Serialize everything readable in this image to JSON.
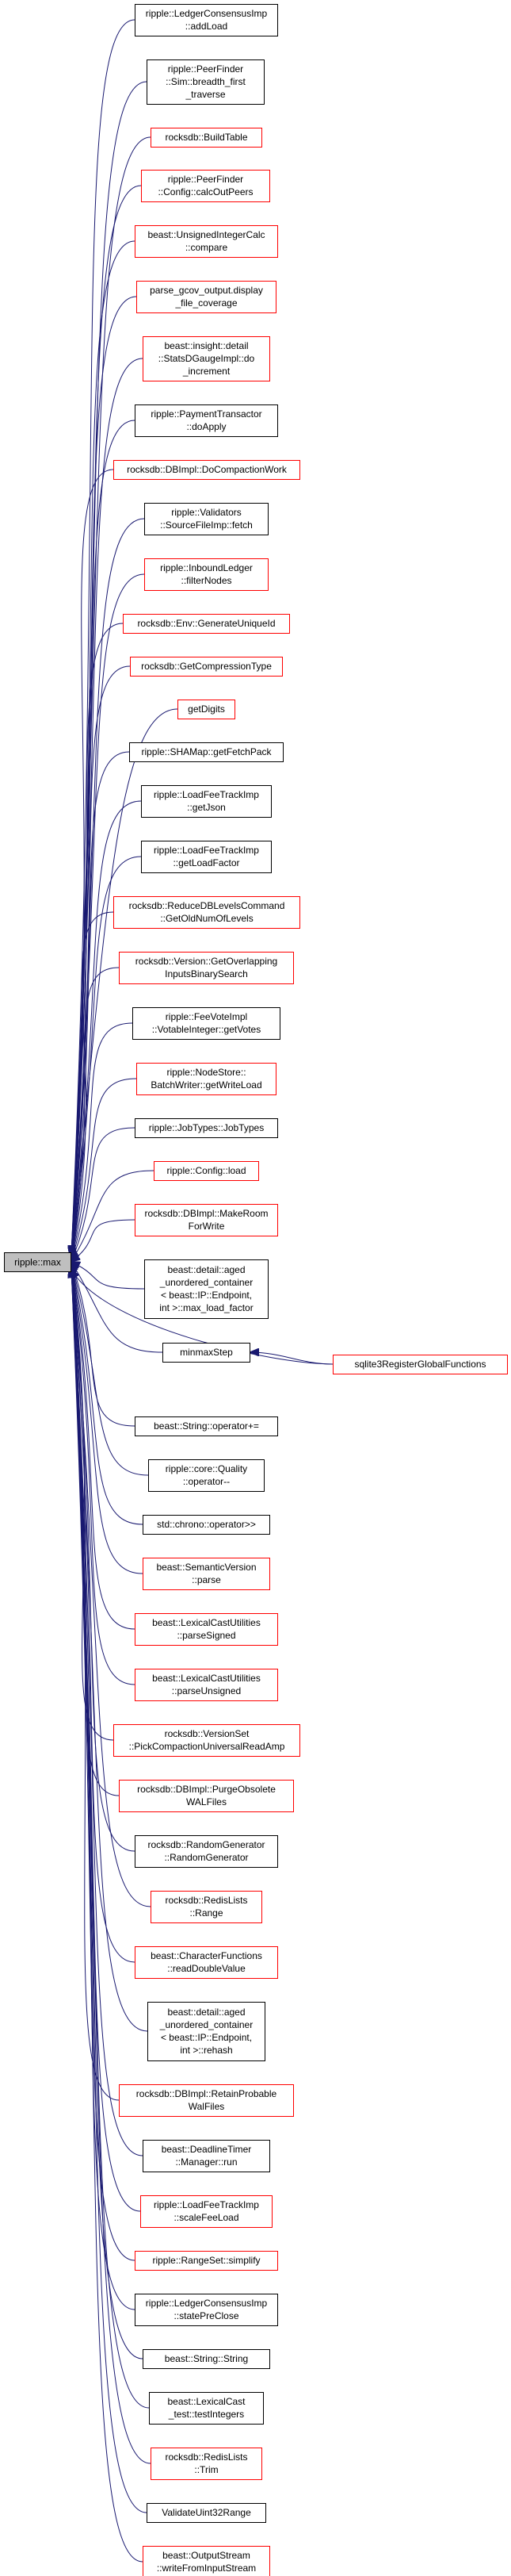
{
  "colors": {
    "edge": "#191970",
    "node_black_border": "#000000",
    "node_red_border": "#ff0000",
    "root_fill": "#bfbfbf"
  },
  "root": {
    "label": "ripple::max"
  },
  "nodes": [
    {
      "id": "n0",
      "lines": [
        "ripple::LedgerConsensusImp",
        "::addLoad"
      ],
      "border": "black"
    },
    {
      "id": "n1",
      "lines": [
        "ripple::PeerFinder",
        "::Sim::breadth_first",
        "_traverse"
      ],
      "border": "black"
    },
    {
      "id": "n2",
      "lines": [
        "rocksdb::BuildTable"
      ],
      "border": "red"
    },
    {
      "id": "n3",
      "lines": [
        "ripple::PeerFinder",
        "::Config::calcOutPeers"
      ],
      "border": "red"
    },
    {
      "id": "n4",
      "lines": [
        "beast::UnsignedIntegerCalc",
        "::compare"
      ],
      "border": "red"
    },
    {
      "id": "n5",
      "lines": [
        "parse_gcov_output.display",
        "_file_coverage"
      ],
      "border": "red"
    },
    {
      "id": "n6",
      "lines": [
        "beast::insight::detail",
        "::StatsDGaugeImpl::do",
        "_increment"
      ],
      "border": "red"
    },
    {
      "id": "n7",
      "lines": [
        "ripple::PaymentTransactor",
        "::doApply"
      ],
      "border": "black"
    },
    {
      "id": "n8",
      "lines": [
        "rocksdb::DBImpl::DoCompactionWork"
      ],
      "border": "red"
    },
    {
      "id": "n9",
      "lines": [
        "ripple::Validators",
        "::SourceFileImp::fetch"
      ],
      "border": "black"
    },
    {
      "id": "n10",
      "lines": [
        "ripple::InboundLedger",
        "::filterNodes"
      ],
      "border": "red"
    },
    {
      "id": "n11",
      "lines": [
        "rocksdb::Env::GenerateUniqueId"
      ],
      "border": "red"
    },
    {
      "id": "n12",
      "lines": [
        "rocksdb::GetCompressionType"
      ],
      "border": "red"
    },
    {
      "id": "n13",
      "lines": [
        "getDigits"
      ],
      "border": "red"
    },
    {
      "id": "n14",
      "lines": [
        "ripple::SHAMap::getFetchPack"
      ],
      "border": "black"
    },
    {
      "id": "n15",
      "lines": [
        "ripple::LoadFeeTrackImp",
        "::getJson"
      ],
      "border": "black"
    },
    {
      "id": "n16",
      "lines": [
        "ripple::LoadFeeTrackImp",
        "::getLoadFactor"
      ],
      "border": "black"
    },
    {
      "id": "n17",
      "lines": [
        "rocksdb::ReduceDBLevelsCommand",
        "::GetOldNumOfLevels"
      ],
      "border": "red"
    },
    {
      "id": "n18",
      "lines": [
        "rocksdb::Version::GetOverlapping",
        "InputsBinarySearch"
      ],
      "border": "red"
    },
    {
      "id": "n19",
      "lines": [
        "ripple::FeeVoteImpl",
        "::VotableInteger::getVotes"
      ],
      "border": "black"
    },
    {
      "id": "n20",
      "lines": [
        "ripple::NodeStore::",
        "BatchWriter::getWriteLoad"
      ],
      "border": "red"
    },
    {
      "id": "n21",
      "lines": [
        "ripple::JobTypes::JobTypes"
      ],
      "border": "black"
    },
    {
      "id": "n22",
      "lines": [
        "ripple::Config::load"
      ],
      "border": "red"
    },
    {
      "id": "n23",
      "lines": [
        "rocksdb::DBImpl::MakeRoom",
        "ForWrite"
      ],
      "border": "red"
    },
    {
      "id": "n24",
      "lines": [
        "beast::detail::aged",
        "_unordered_container",
        "< beast::IP::Endpoint,",
        "int >::max_load_factor"
      ],
      "border": "black"
    },
    {
      "id": "n25",
      "lines": [
        "minmaxStep"
      ],
      "border": "black"
    },
    {
      "id": "n26",
      "lines": [
        "beast::String::operator+="
      ],
      "border": "black"
    },
    {
      "id": "n27",
      "lines": [
        "ripple::core::Quality",
        "::operator--"
      ],
      "border": "black"
    },
    {
      "id": "n28",
      "lines": [
        "std::chrono::operator>>"
      ],
      "border": "black"
    },
    {
      "id": "n29",
      "lines": [
        "beast::SemanticVersion",
        "::parse"
      ],
      "border": "red"
    },
    {
      "id": "n30",
      "lines": [
        "beast::LexicalCastUtilities",
        "::parseSigned"
      ],
      "border": "red"
    },
    {
      "id": "n31",
      "lines": [
        "beast::LexicalCastUtilities",
        "::parseUnsigned"
      ],
      "border": "red"
    },
    {
      "id": "n32",
      "lines": [
        "rocksdb::VersionSet",
        "::PickCompactionUniversalReadAmp"
      ],
      "border": "red"
    },
    {
      "id": "n33",
      "lines": [
        "rocksdb::DBImpl::PurgeObsolete",
        "WALFiles"
      ],
      "border": "red"
    },
    {
      "id": "n34",
      "lines": [
        "rocksdb::RandomGenerator",
        "::RandomGenerator"
      ],
      "border": "black"
    },
    {
      "id": "n35",
      "lines": [
        "rocksdb::RedisLists",
        "::Range"
      ],
      "border": "red"
    },
    {
      "id": "n36",
      "lines": [
        "beast::CharacterFunctions",
        "::readDoubleValue"
      ],
      "border": "red"
    },
    {
      "id": "n37",
      "lines": [
        "beast::detail::aged",
        "_unordered_container",
        "< beast::IP::Endpoint,",
        "int >::rehash"
      ],
      "border": "black"
    },
    {
      "id": "n38",
      "lines": [
        "rocksdb::DBImpl::RetainProbable",
        "WalFiles"
      ],
      "border": "red"
    },
    {
      "id": "n39",
      "lines": [
        "beast::DeadlineTimer",
        "::Manager::run"
      ],
      "border": "black"
    },
    {
      "id": "n40",
      "lines": [
        "ripple::LoadFeeTrackImp",
        "::scaleFeeLoad"
      ],
      "border": "red"
    },
    {
      "id": "n41",
      "lines": [
        "ripple::RangeSet::simplify"
      ],
      "border": "red"
    },
    {
      "id": "n42",
      "lines": [
        "ripple::LedgerConsensusImp",
        "::statePreClose"
      ],
      "border": "black"
    },
    {
      "id": "n43",
      "lines": [
        "beast::String::String"
      ],
      "border": "black"
    },
    {
      "id": "n44",
      "lines": [
        "beast::LexicalCast",
        "_test::testIntegers"
      ],
      "border": "black"
    },
    {
      "id": "n45",
      "lines": [
        "rocksdb::RedisLists",
        "::Trim"
      ],
      "border": "red"
    },
    {
      "id": "n46",
      "lines": [
        "ValidateUint32Range"
      ],
      "border": "black"
    },
    {
      "id": "n47",
      "lines": [
        "beast::OutputStream",
        "::writeFromInputStream"
      ],
      "border": "red"
    },
    {
      "id": "n48",
      "lines": [
        "sqlite3RegisterGlobalFunctions"
      ],
      "border": "red"
    }
  ],
  "edges": [
    {
      "from": "n48",
      "to": "n25"
    }
  ]
}
